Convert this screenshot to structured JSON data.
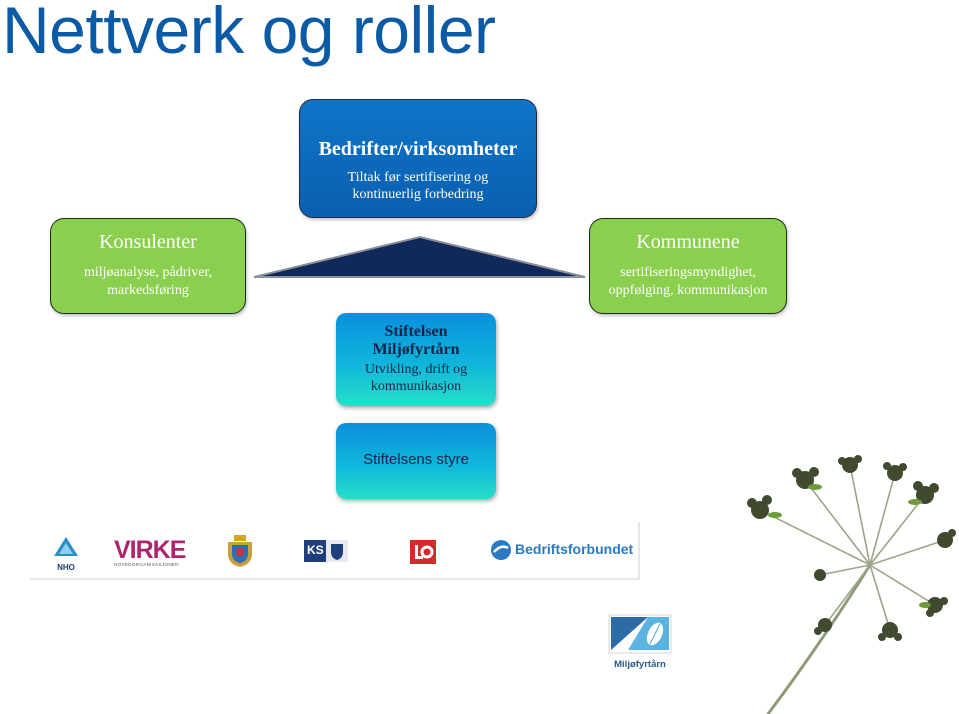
{
  "title": "Nettverk og roller",
  "top_box": {
    "heading": "Bedrifter/virksomheter",
    "line1": "Tiltak før sertifisering og",
    "line2": "kontinuerlig forbedring"
  },
  "left_box": {
    "heading": "Konsulenter",
    "line1": "miljøanalyse, pådriver,",
    "line2": "markedsføring"
  },
  "right_box": {
    "heading": "Kommunene",
    "line1": "sertifiseringsmyndighet,",
    "line2": "oppfølging, kommunikasjon"
  },
  "foundation_box": {
    "line1": "Stiftelsen",
    "line2": "Miljøfyrtårn",
    "line3": "Utvikling, drift og",
    "line4": "kommunikasjon"
  },
  "board_box": {
    "heading": "Stiftelsens styre"
  },
  "logos": {
    "nho": "NHO",
    "virke": "VIRKE",
    "virke_sub": "HOVEDORGANISASJONEN",
    "ks": "KS",
    "bedriftsforbundet": "Bedriftsforbundet",
    "miljofyrtarn": "Miljøfyrtårn"
  },
  "colors": {
    "title": "#0b5aa6",
    "top_box": "#0a6ac0",
    "side_boxes": "#8bcf4e",
    "triangle": "#10285a",
    "teal_boxes": "#12b4d8"
  }
}
